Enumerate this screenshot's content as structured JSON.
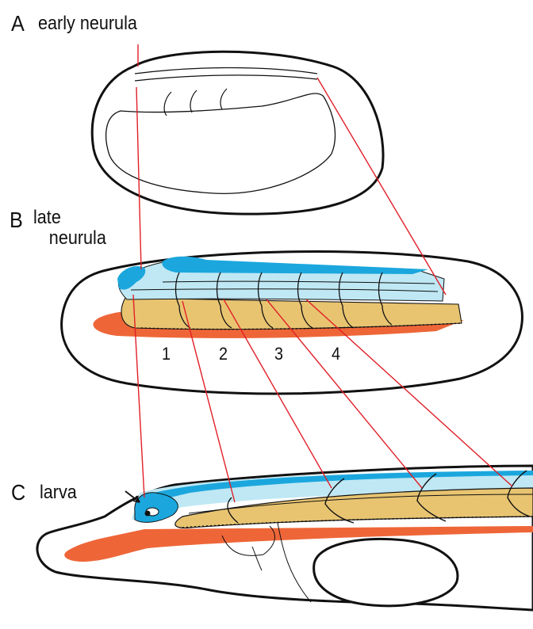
{
  "panels": {
    "A": {
      "letter": "A",
      "title": "early neurula"
    },
    "B": {
      "letter": "B",
      "title_line1": "late",
      "title_line2": "neurula"
    },
    "C": {
      "letter": "C",
      "title": "larva"
    }
  },
  "segment_labels": [
    "1",
    "2",
    "3",
    "4"
  ],
  "colors": {
    "neural_tube": "#bfe8f4",
    "neural_blue": "#1ba7dd",
    "somite_tan": "#e8c471",
    "endoderm_orange": "#ee6638",
    "connector_red": "#e11f28",
    "outline": "#111111"
  }
}
